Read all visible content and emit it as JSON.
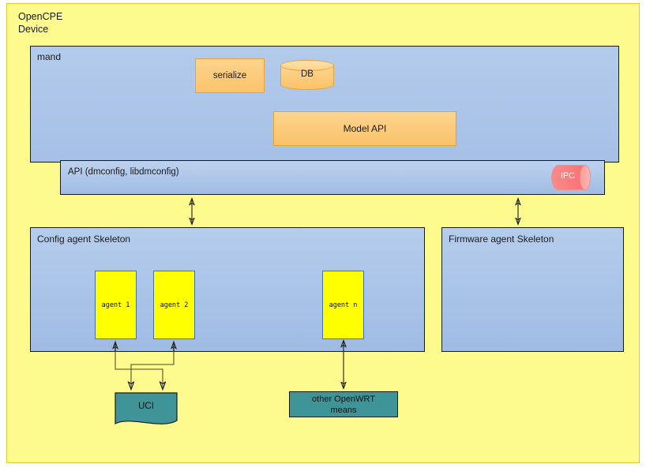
{
  "diagram": {
    "title": "OpenCPE\nDevice",
    "canvas_color": "#fdfb8e",
    "canvas_border_color": "#e8c832"
  },
  "mand": {
    "title": "mand",
    "fill": "#a6c0e6",
    "components": {
      "serialize": {
        "label": "serialize",
        "fill": "#fbc36a",
        "shape": "rectangle"
      },
      "db": {
        "label": "DB",
        "fill": "#fbc268",
        "shape": "cylinder"
      },
      "model_api": {
        "label": "Model API",
        "fill": "#fbc268",
        "shape": "rectangle"
      }
    }
  },
  "api_bar": {
    "label": "API (dmconfig, libdmconfig)",
    "fill": "#9fbce4",
    "ipc": {
      "label": "IPC",
      "fill": "#fa7272",
      "shape": "cylinder"
    }
  },
  "skeletons": [
    {
      "id": "config",
      "title": "Config agent Skeleton",
      "fill": "#a0bbe4",
      "agents": [
        {
          "label": "agent 1",
          "fill": "#ffff00"
        },
        {
          "label": "agent 2",
          "fill": "#ffff00"
        },
        {
          "label": "agent n",
          "fill": "#ffff00"
        }
      ]
    },
    {
      "id": "firmware",
      "title": "Firmware agent Skeleton",
      "fill": "#a0bbe4",
      "agents": []
    }
  ],
  "backends": {
    "uci": {
      "label": "UCI",
      "fill": "#3e9496",
      "shape": "document"
    },
    "openwrt": {
      "label": "other OpenWRT\nmeans",
      "line1": "other OpenWRT",
      "line2": "means",
      "fill": "#3e9496",
      "shape": "rectangle"
    }
  },
  "connectors": {
    "api_to_config": {
      "style": "double-headed-arrow"
    },
    "api_to_firmware": {
      "style": "double-headed-arrow"
    },
    "agent1_to_uci": {
      "style": "elbow-arrow"
    },
    "agent2_to_uci": {
      "style": "elbow-arrow"
    },
    "agentn_to_openwrt": {
      "style": "double-headed-arrow"
    }
  }
}
